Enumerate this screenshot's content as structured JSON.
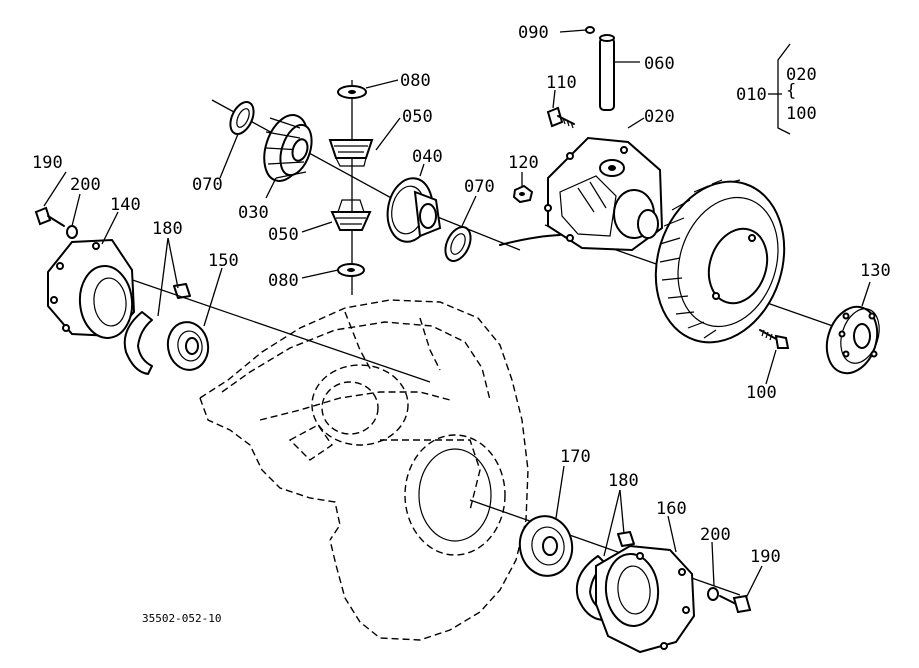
{
  "diagram_code": "35502-052-10",
  "labels": {
    "p090": "090",
    "p060": "060",
    "p080_top": "080",
    "p110": "110",
    "p010": "010",
    "p020_group": "020",
    "p100_group": "100",
    "p050_top": "050",
    "p020": "020",
    "p070_left": "070",
    "p040": "040",
    "p190_left": "190",
    "p120": "120",
    "p200_left": "200",
    "p030": "030",
    "p070_right": "070",
    "p140": "140",
    "p050_bottom": "050",
    "p180_top": "180",
    "p080_bottom": "080",
    "p150": "150",
    "p130": "130",
    "p100": "100",
    "p170": "170",
    "p180_bottom": "180",
    "p160": "160",
    "p200_right": "200",
    "p190_right": "190"
  },
  "bracket_symbol": "{"
}
